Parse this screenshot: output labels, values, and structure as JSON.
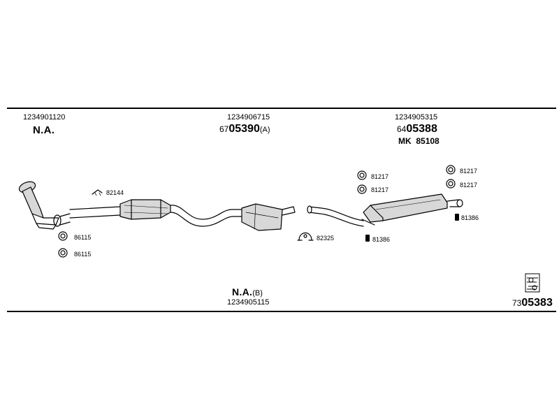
{
  "headers": {
    "left": {
      "code": "1234901120",
      "name": "N.A."
    },
    "center": {
      "code": "1234906715",
      "prefix": "67",
      "main": "05390",
      "suffix": "(A)"
    },
    "right": {
      "code": "1234905315",
      "prefix": "64",
      "main": "05388",
      "mk_label": "MK",
      "mk_value": "85108"
    }
  },
  "bottom_center": {
    "name": "N.A.",
    "suffix": "(B)",
    "code": "1234905115"
  },
  "bottom_right": {
    "prefix": "73",
    "main": "05383"
  },
  "callouts": {
    "c82144": "82144",
    "c86115a": "86115",
    "c86115b": "86115",
    "c82325": "82325",
    "c81386a": "81386",
    "c81217a": "81217",
    "c81217b": "81217",
    "c81217c": "81217",
    "c81217d": "81217",
    "c81386b": "81386"
  },
  "colors": {
    "line": "#000000",
    "part_fill": "#d8d8d8",
    "background": "#ffffff"
  },
  "icons": [
    "front-pipe-icon",
    "catalytic-converter-icon",
    "middle-muffler-icon",
    "rear-muffler-icon",
    "gasket-ring-icon",
    "clamp-icon",
    "rubber-hanger-icon",
    "exhaust-legend-icon"
  ]
}
